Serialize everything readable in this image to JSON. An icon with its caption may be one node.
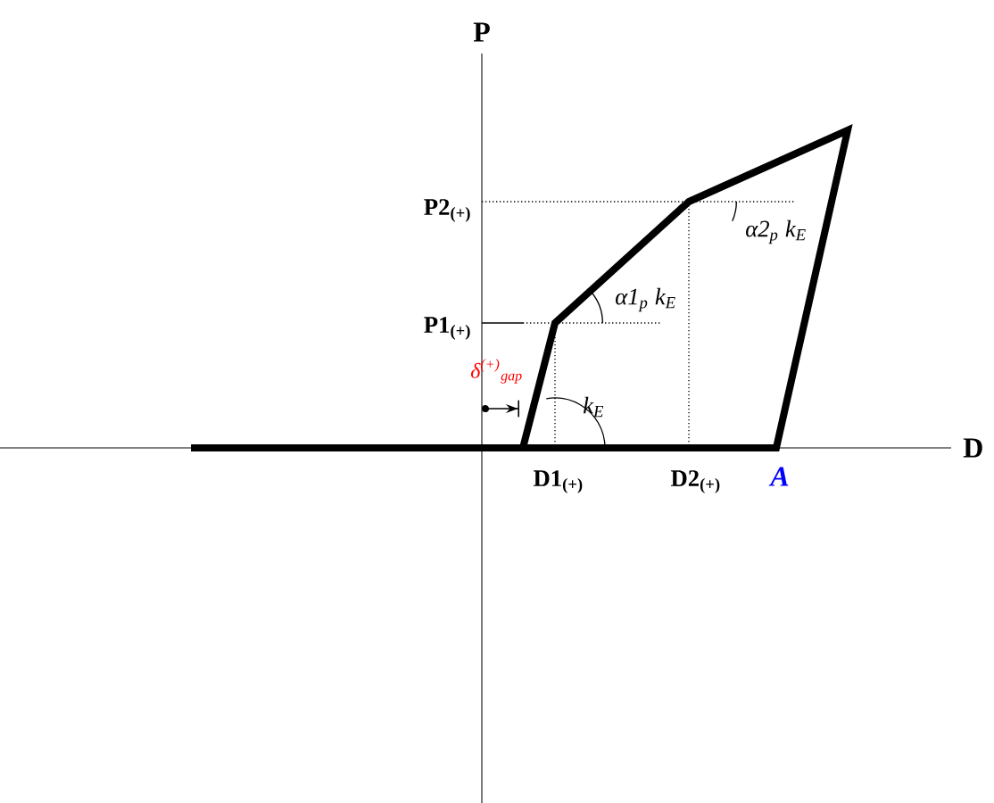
{
  "diagram": {
    "labels": [
      "P",
      "P2$_{(+)}$",
      "α2$_{p}$ k$_{E}$",
      "P1$_{(+)}$",
      "α1$_{p}$ k$_{E}$",
      "δ$^{(+)}$$_{gap}$",
      "k$_{E}$",
      "D",
      "D1$_{(+)}$",
      "D2$_{(+)}$",
      "A"
    ]
  }
}
